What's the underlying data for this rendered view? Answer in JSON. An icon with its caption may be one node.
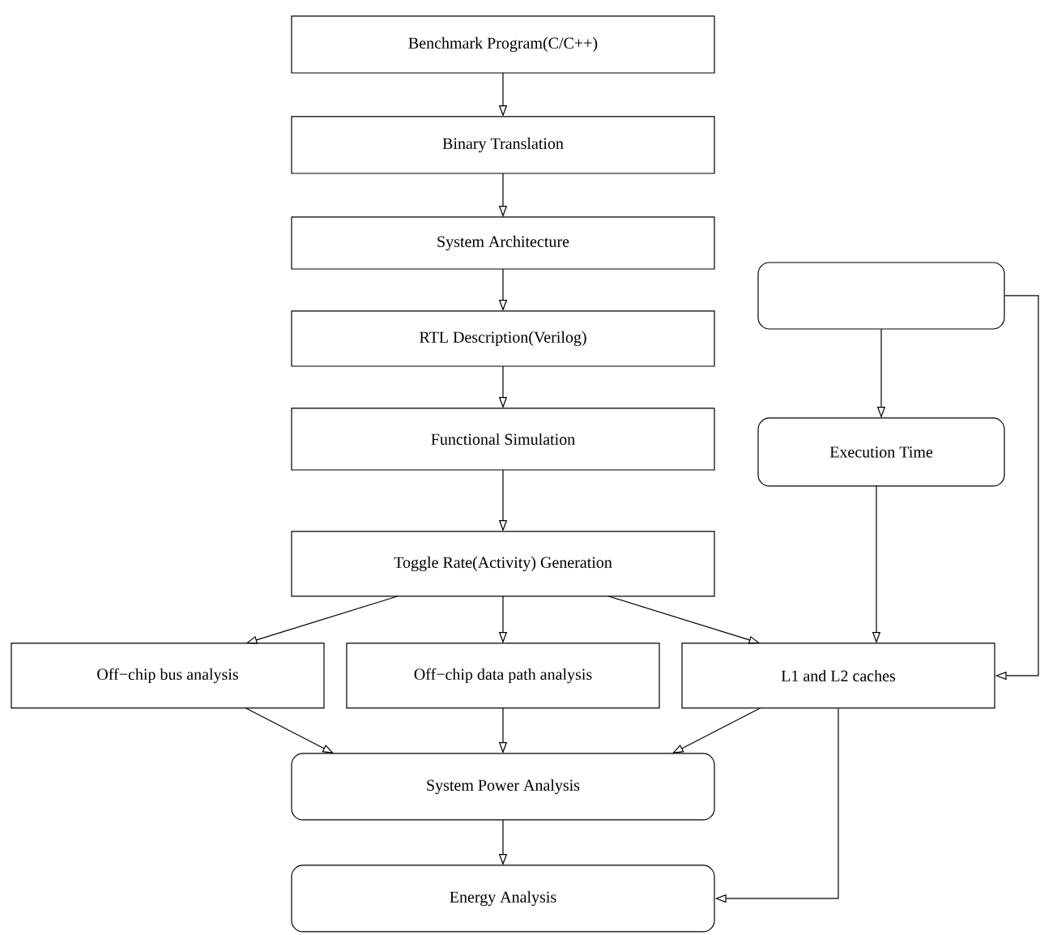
{
  "diagram": {
    "nodes": [
      {
        "text": [
          "Benchmark Program(C/C++)"
        ]
      },
      {
        "text": [
          "Binary Translation"
        ]
      },
      {
        "text": [
          "System Architecture"
        ]
      },
      {
        "text": [
          "RTL Description(Verilog)"
        ]
      },
      {
        "text": [
          "Functional Simulation"
        ]
      },
      {
        "text": [
          "Toggle Rate(Activity) Generation"
        ]
      },
      {
        "text": [
          "Off−chip bus analysis"
        ]
      },
      {
        "text": [
          "Off−chip data path analysis"
        ]
      },
      {
        "text": [
          "L1 and L2 caches"
        ]
      },
      {
        "text": [
          "System Power Analysis"
        ]
      },
      {
        "text": [
          "Energy Analysis"
        ]
      },
      {
        "text": [],
        "shape": "box"
      },
      {
        "text": [
          "Execution Time"
        ]
      }
    ],
    "edges": [
      {
        "from": 0,
        "to": 1,
        "arrow": "to"
      },
      {
        "from": 1,
        "to": 2,
        "arrow": "to"
      },
      {
        "from": 2,
        "to": 3,
        "arrow": "to"
      },
      {
        "from": 3,
        "to": 4,
        "arrow": "to"
      },
      {
        "from": 4,
        "to": 5,
        "arrow": "to"
      },
      {
        "from": 5,
        "to": 6,
        "arrow": "to"
      },
      {
        "from": 5,
        "to": 7,
        "arrow": "to"
      },
      {
        "from": 5,
        "to": 8,
        "arrow": "to"
      },
      {
        "from": 6,
        "to": 9,
        "arrow": "to"
      },
      {
        "from": 7,
        "to": 9,
        "arrow": "to"
      },
      {
        "from": 8,
        "to": 9,
        "arrow": "to"
      },
      {
        "from": 9,
        "to": 10,
        "arrow": "to"
      },
      {
        "from": 11,
        "to": 12,
        "arrow": "to"
      },
      {
        "from": 12,
        "to": 8,
        "arrow": "to"
      },
      {
        "from": 8,
        "to": 10,
        "arrow": "to"
      },
      {
        "from": 11,
        "to": 8,
        "arrow": "to"
      }
    ]
  }
}
